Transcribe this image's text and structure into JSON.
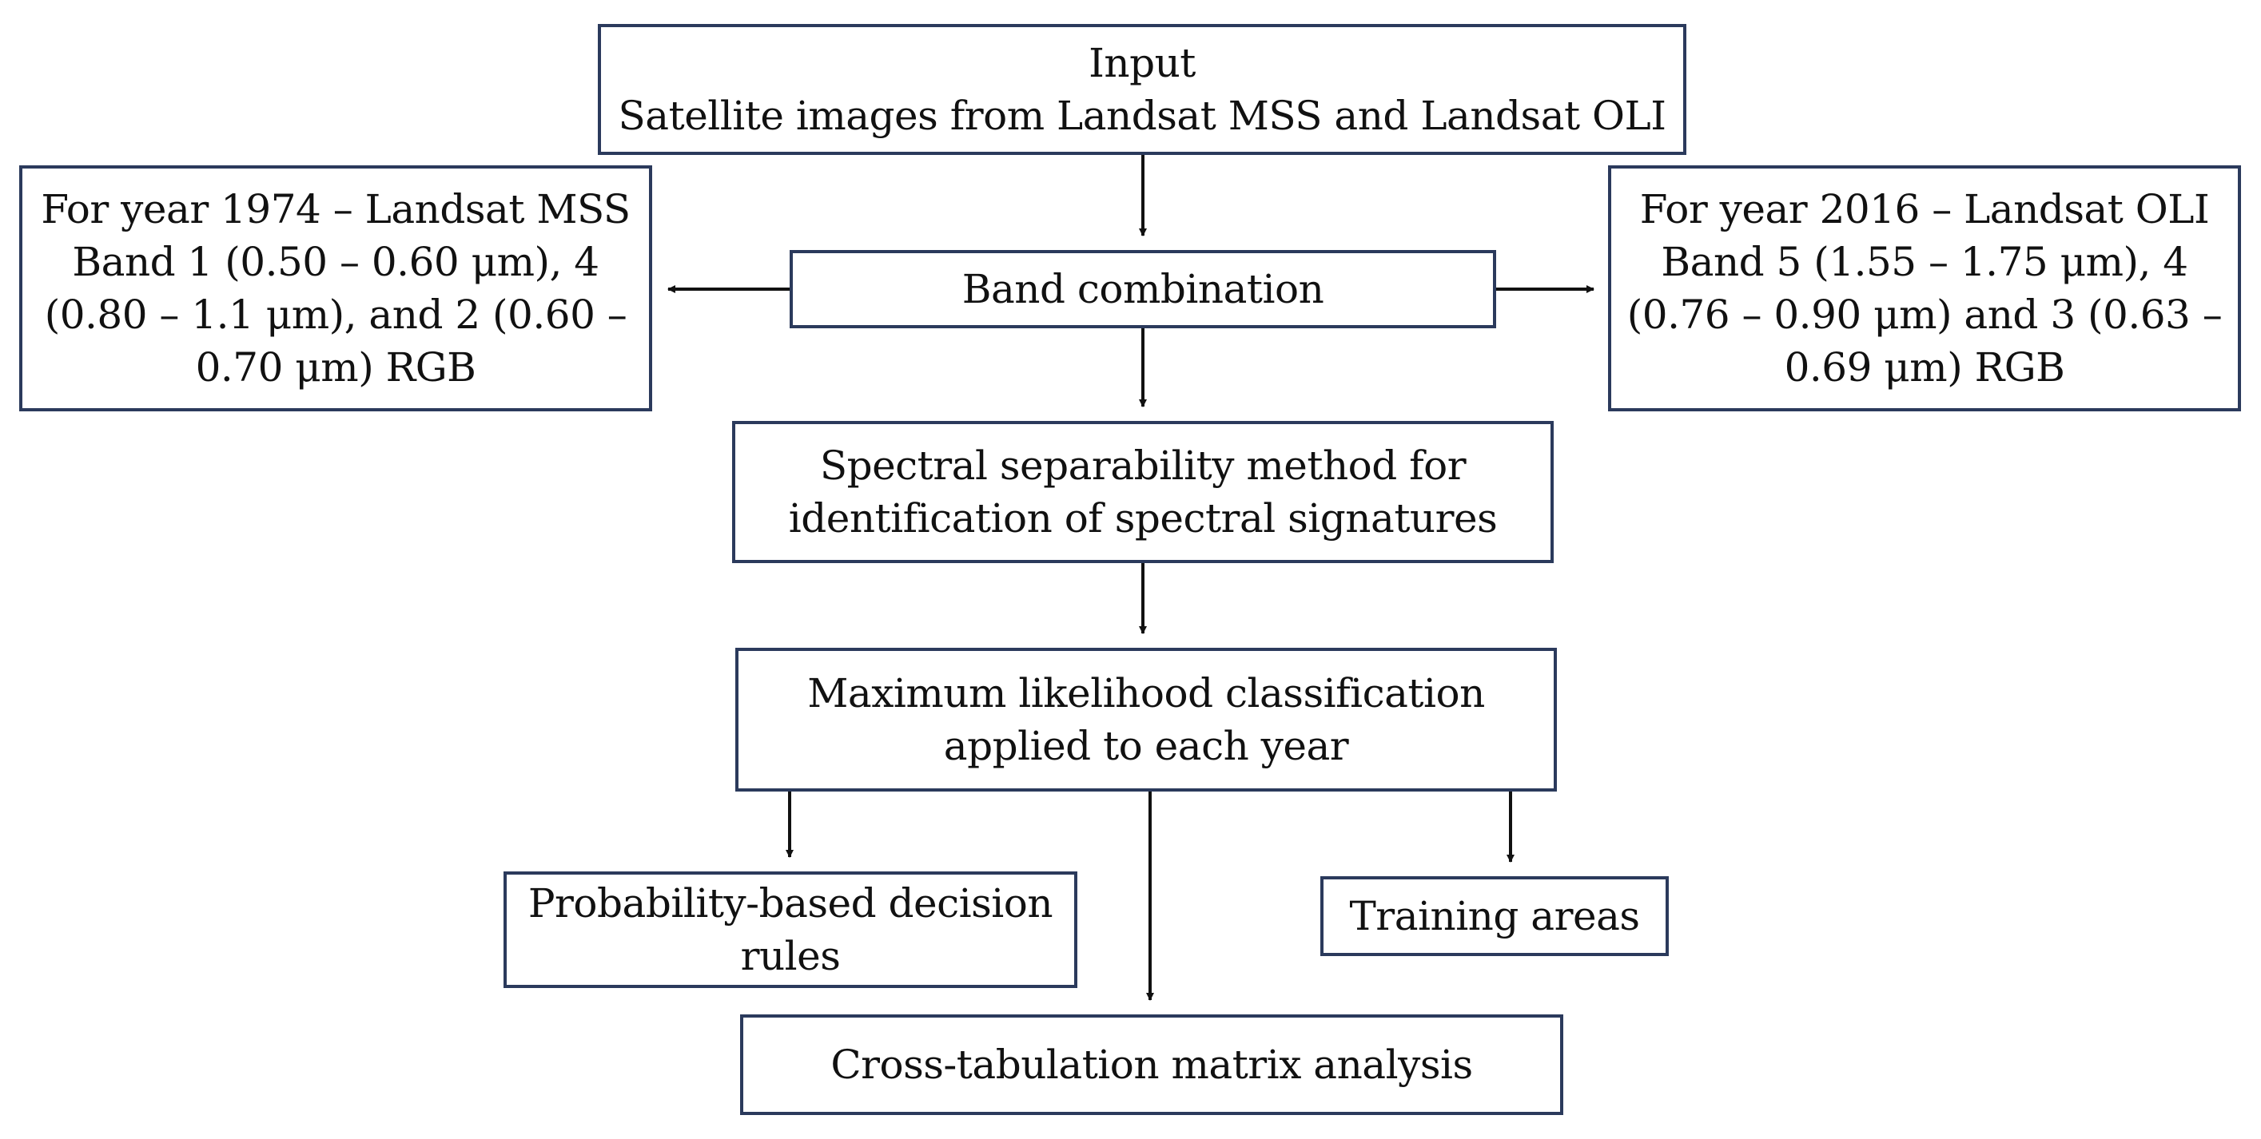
{
  "boxes": {
    "input": {
      "lines": [
        "Input",
        "Satellite images from Landsat MSS and Landsat OLI"
      ]
    },
    "year_1974": {
      "lines": [
        "For year 1974 – Landsat MSS",
        "Band 1 (0.50 – 0.60 μm), 4",
        "(0.80 – 1.1 μm), and 2 (0.60 –",
        "0.70 μm) RGB"
      ]
    },
    "year_2016": {
      "lines": [
        "For year 2016 – Landsat OLI",
        "Band 5 (1.55 – 1.75 μm), 4",
        "(0.76 – 0.90 μm) and 3 (0.63 –",
        "0.69 μm) RGB"
      ]
    },
    "band_combination": {
      "lines": [
        "Band combination"
      ]
    },
    "spectral_separability": {
      "lines": [
        "Spectral separability method for",
        "identification of spectral signatures"
      ]
    },
    "maximum_likelihood": {
      "lines": [
        "Maximum likelihood classification",
        "applied to each year"
      ]
    },
    "probability_rules": {
      "lines": [
        "Probability-based decision",
        "rules"
      ]
    },
    "training_areas": {
      "lines": [
        "Training areas"
      ]
    },
    "cross_tabulation": {
      "lines": [
        "Cross-tabulation matrix analysis"
      ]
    }
  },
  "colors": {
    "box_border": "#2b3a5c",
    "arrow": "#111111",
    "text": "#111111",
    "background": "#ffffff"
  }
}
